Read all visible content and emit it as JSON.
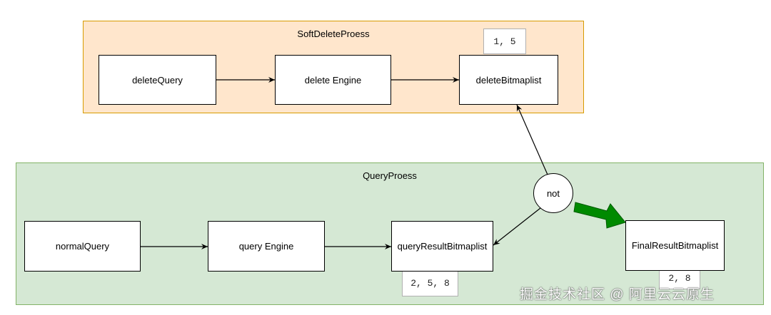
{
  "groups": {
    "soft_delete": {
      "title": "SoftDeleteProess"
    },
    "query": {
      "title": "QueryProess"
    }
  },
  "nodes": {
    "delete_query": "deleteQuery",
    "delete_engine": "delete Engine",
    "delete_bitmaplist": "deleteBitmaplist",
    "normal_query": "normalQuery",
    "query_engine": "query Engine",
    "query_result_bitmaplist": "queryResultBitmaplist",
    "final_result_bitmaplist": "FinalResultBitmaplist",
    "not": "not"
  },
  "tags": {
    "delete_ids": "1, 5",
    "query_ids": "2, 5, 8",
    "final_ids": "2, 8"
  },
  "watermark": "掘金技术社区 @ 阿里云云原生",
  "colors": {
    "soft_group_fill": "#ffe6cc",
    "soft_group_border": "#d79b00",
    "query_group_fill": "#d5e8d4",
    "query_group_border": "#82b366",
    "highlight_arrow": "#008a00"
  }
}
